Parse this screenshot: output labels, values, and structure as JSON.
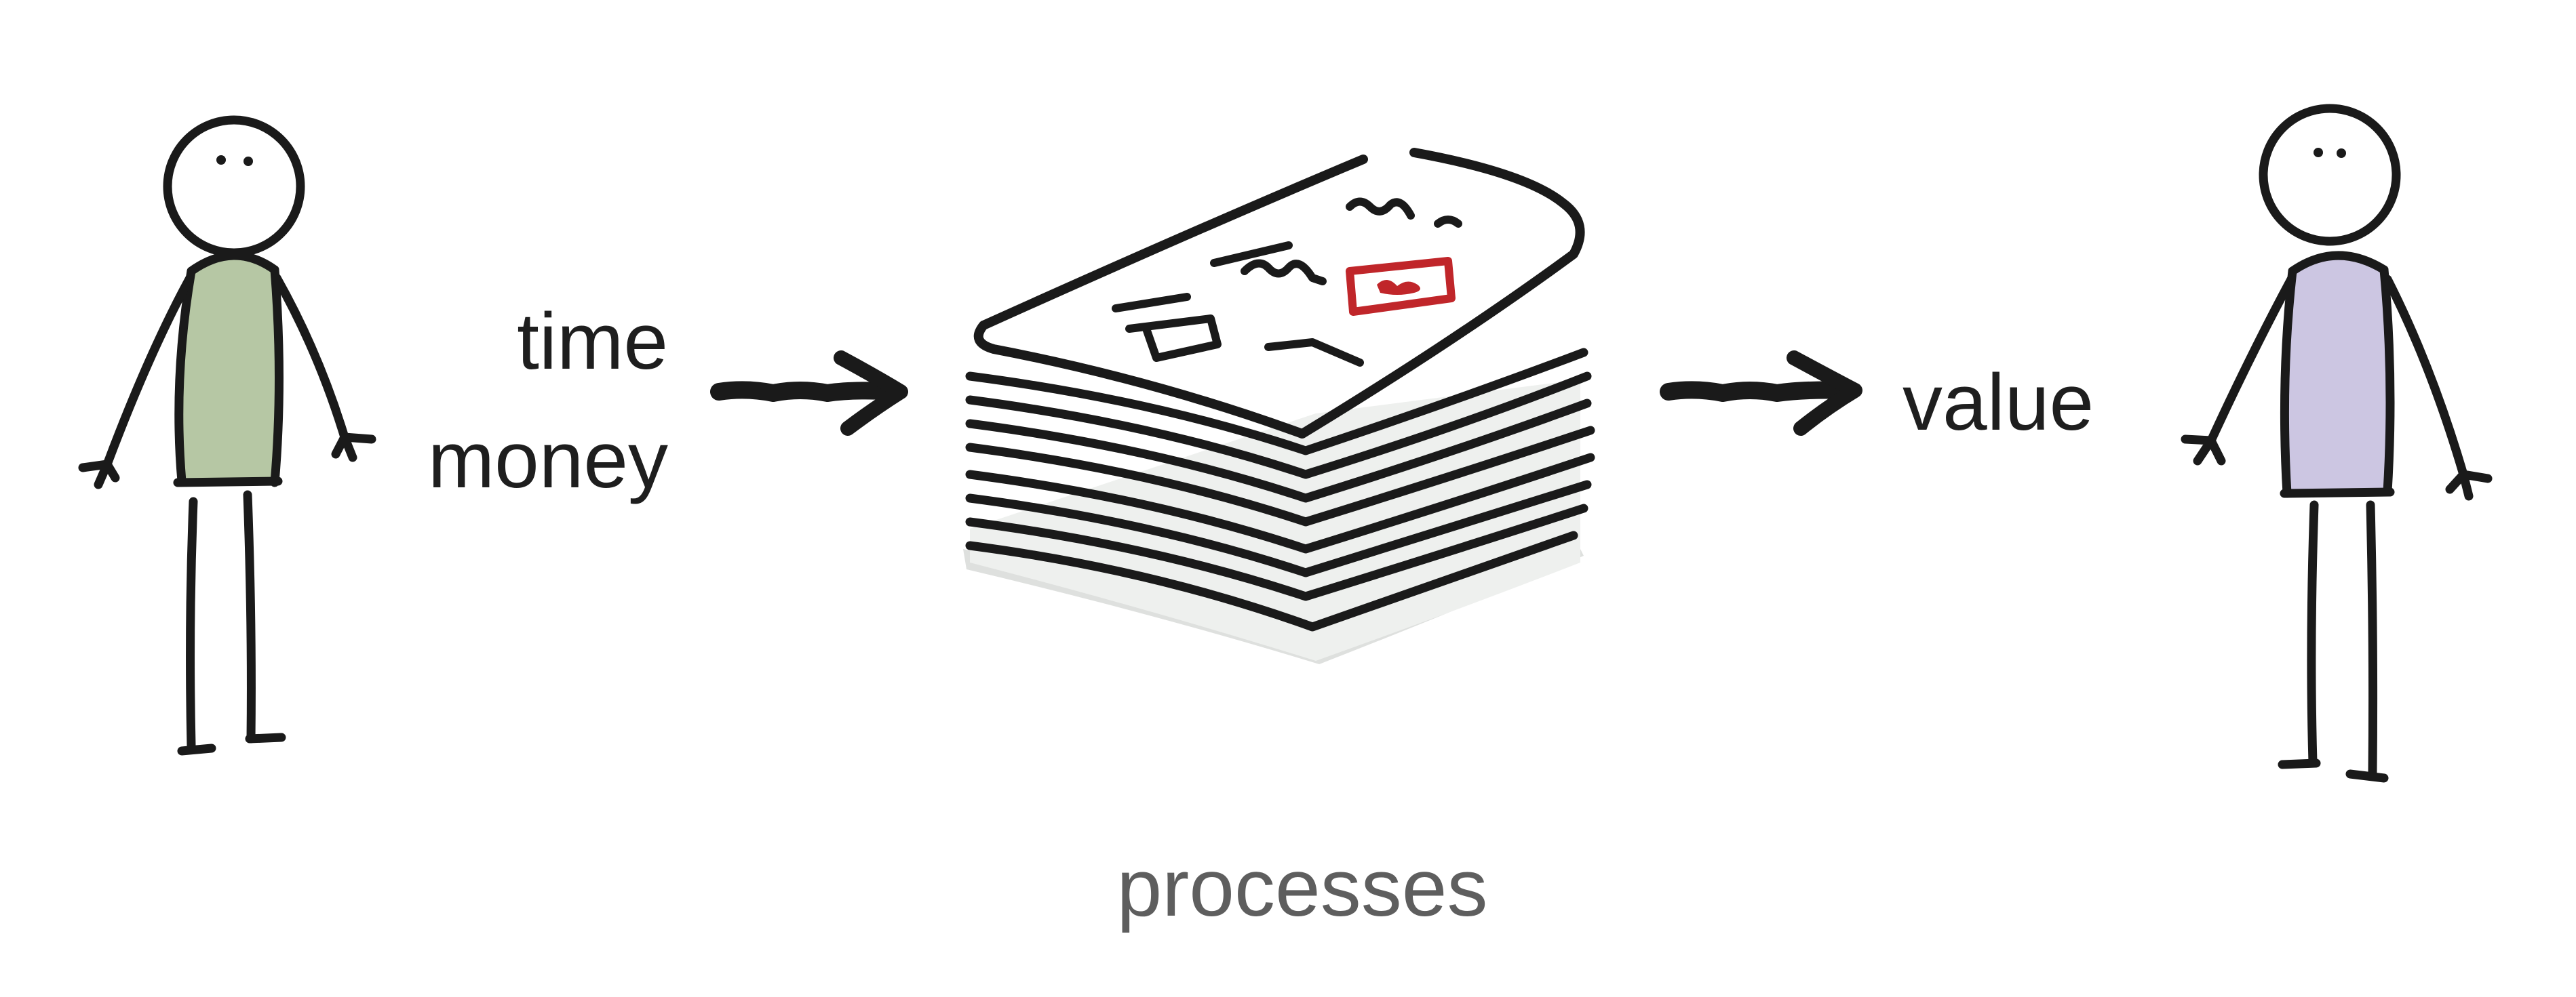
{
  "inputs": [
    "time",
    "money"
  ],
  "output": "value",
  "center_label": "processes",
  "icons": {
    "left_figure": "stick-figure-green-icon",
    "right_figure": "stick-figure-purple-icon",
    "paper_stack": "paper-stack-icon",
    "stamp": "red-stamp-icon",
    "arrows": "arrow-right-icon"
  },
  "colors": {
    "ink": "#1a1a1a",
    "left_body": "#a9bd94",
    "right_body": "#c7c0df",
    "stamp": "#c0262a",
    "caption": "#5e5e5e"
  }
}
